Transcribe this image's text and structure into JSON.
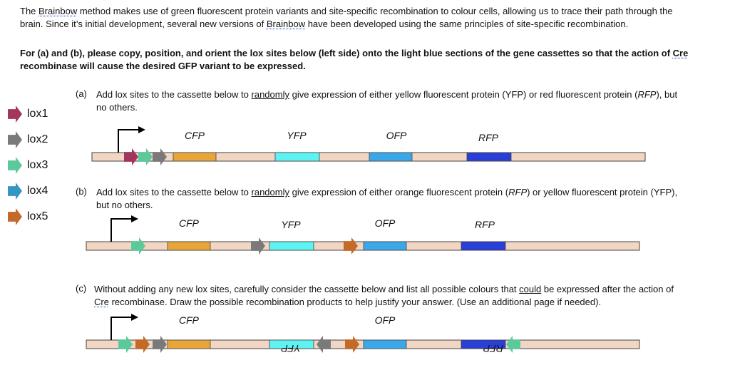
{
  "intro": {
    "line1_a": "The ",
    "brainbow1": "Brainbow",
    "line1_b": " method makes use of green fluorescent protein variants and site-specific recombination to colour cells, allowing us to trace their path through the",
    "line2_a": "brain. Since it’s initial development, several new versions of ",
    "brainbow2": "Brainbow",
    "line2_b": " have been developed using the same principles of site-specific recombination."
  },
  "instruction": {
    "line1_a": "For (a) and (b), please copy, position, and orient the lox sites below (left side) onto the light blue sections of the gene cassettes so that the action of ",
    "cre": "Cre",
    "line2": "recombinase will cause the desired GFP variant to be expressed."
  },
  "legend": [
    {
      "label": "lox1",
      "color": "#a3365e"
    },
    {
      "label": "lox2",
      "color": "#7a7a7a"
    },
    {
      "label": "lox3",
      "color": "#5cc99a"
    },
    {
      "label": "lox4",
      "color": "#3595c4"
    },
    {
      "label": "lox5",
      "color": "#c46a28"
    }
  ],
  "colors": {
    "cassette_fill": "#f1d6c3",
    "cfp": "#e8a63a",
    "yfp": "#5ef2f2",
    "ofp": "#3aa8e8",
    "rfp": "#2a3fd6"
  },
  "question_a": {
    "num": "(a)",
    "line1_a": "Add lox sites to the cassette below to ",
    "randomly": "randomly",
    "line1_b": " give expression of either yellow fluorescent protein (YFP) or red fluorescent protein (",
    "rfp_italic": "RFP",
    "line1_c": "), but",
    "line2": "no others."
  },
  "question_b": {
    "num": "(b)",
    "line1_a": "Add lox sites to the cassette below to ",
    "randomly": "randomly",
    "line1_b": " give expression of either orange fluorescent protein (",
    "rfp_italic": "RFP",
    "line1_c": ") or yellow fluorescent protein (YFP),",
    "line2": "but no others."
  },
  "question_c": {
    "num": "(c)",
    "line1_a": "Without adding any new lox sites, carefully consider the cassette below and list all possible colours that ",
    "could": "could",
    "line1_b": " be expressed after the action of",
    "cre": "Cre",
    "line2_b": " recombinase. Draw the possible recombination products to help justify your answer. (Use an additional page if needed)."
  },
  "genes": {
    "cfp": "CFP",
    "yfp": "YFP",
    "ofp": "OFP",
    "rfp": "RFP"
  }
}
